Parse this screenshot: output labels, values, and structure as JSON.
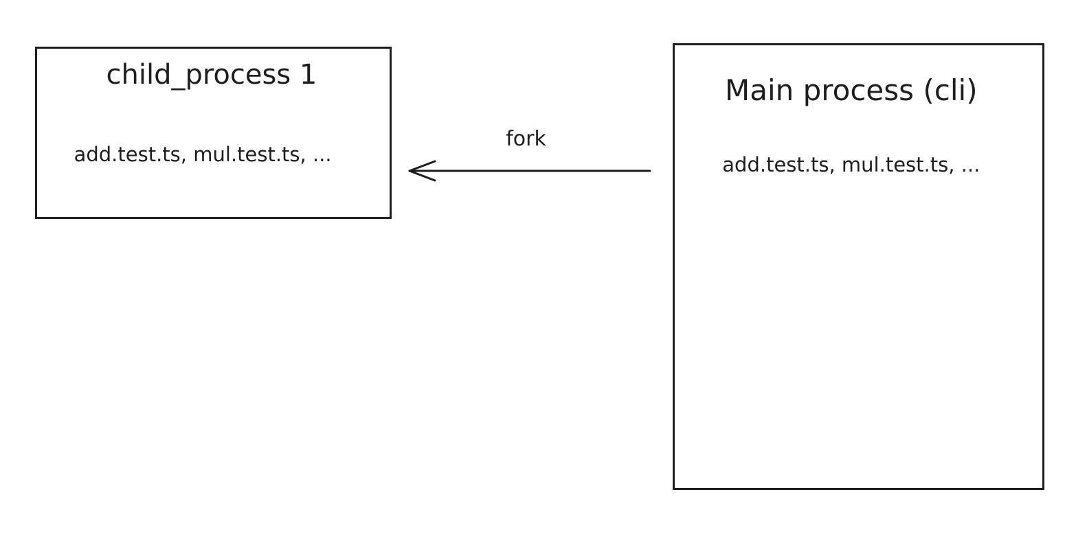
{
  "diagram": {
    "nodes": [
      {
        "id": "child",
        "title": "child_process 1",
        "files": "add.test.ts, mul.test.ts, ..."
      },
      {
        "id": "main",
        "title": "Main process (cli)",
        "files": "add.test.ts, mul.test.ts, ..."
      }
    ],
    "edges": [
      {
        "from": "main",
        "to": "child",
        "label": "fork"
      }
    ],
    "colors": {
      "stroke": "#1e1e1e",
      "background": "#ffffff"
    }
  }
}
